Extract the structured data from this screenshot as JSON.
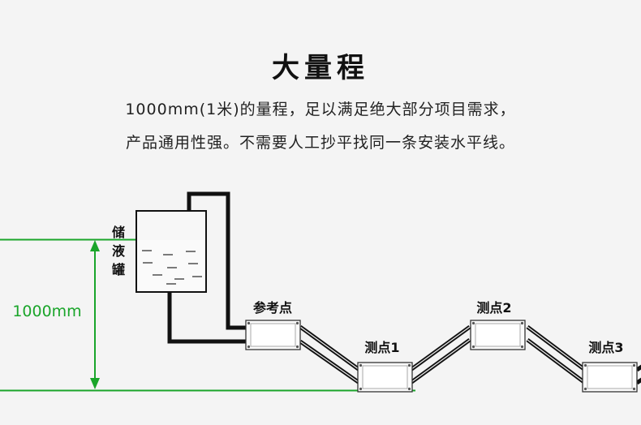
{
  "title": "大量程",
  "description": {
    "line1": "1000mm(1米)的量程，足以满足绝大部分项目需求，",
    "line2": "产品通用性强。不需要人工抄平找同一条安装水平线。"
  },
  "diagram": {
    "tank_label": [
      "储",
      "液",
      "罐"
    ],
    "dimension_label": "1000mm",
    "sensors": {
      "reference": "参考点",
      "p1": "测点1",
      "p2": "测点2",
      "p3": "测点3"
    },
    "colors": {
      "level_line": "#1aa52a",
      "tube": "#111111"
    }
  }
}
